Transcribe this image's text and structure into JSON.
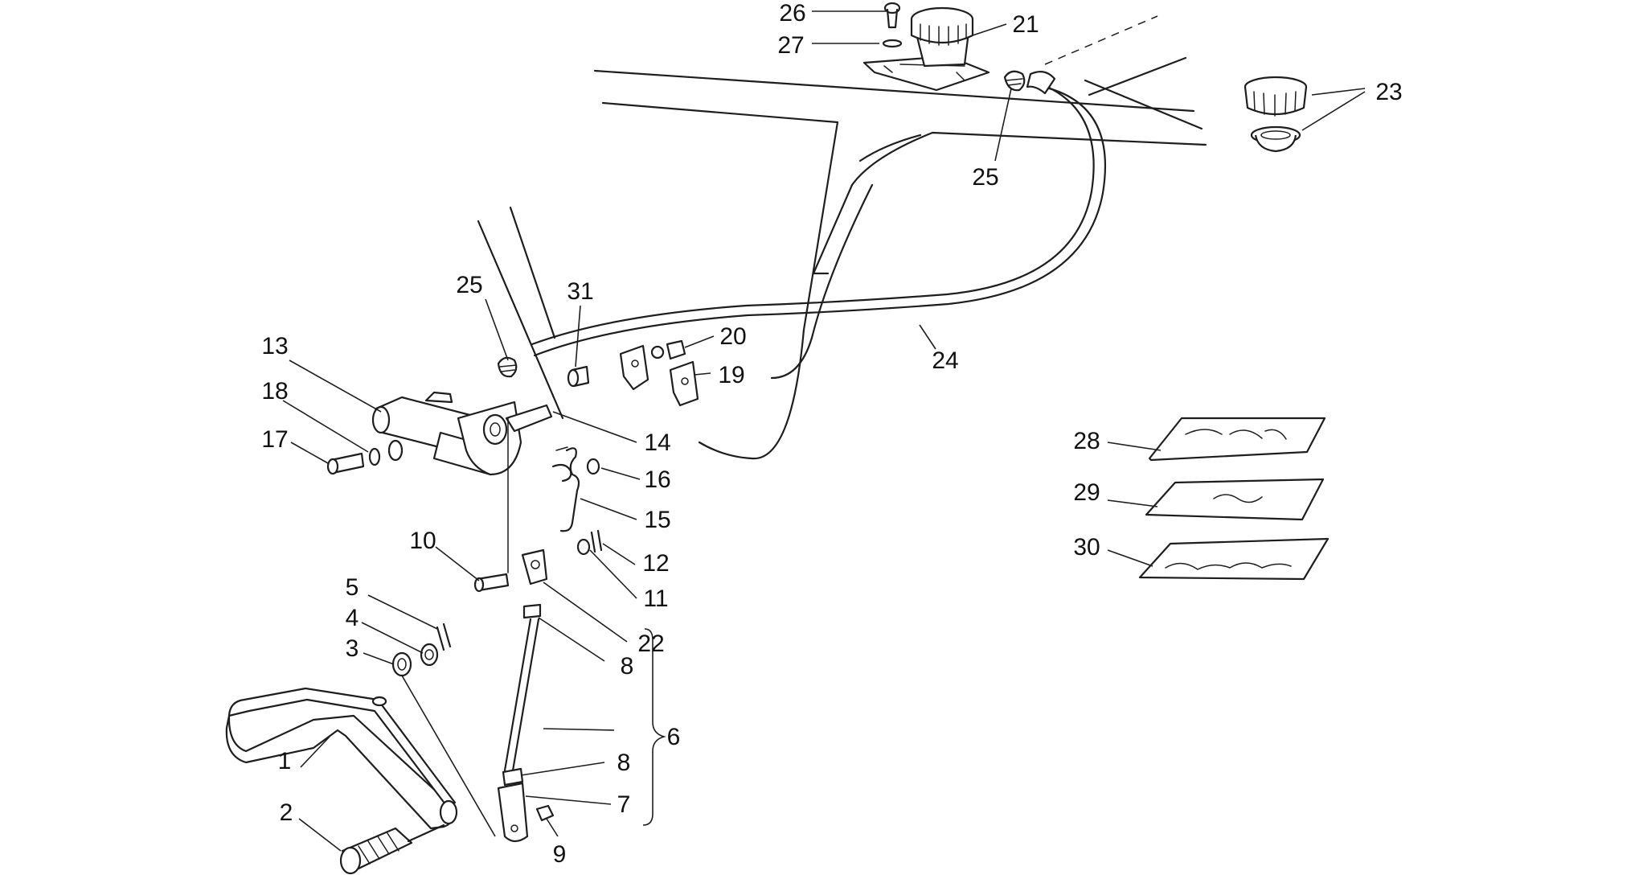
{
  "diagram": {
    "callouts": [
      {
        "id": "c1",
        "label": "1"
      },
      {
        "id": "c2",
        "label": "2"
      },
      {
        "id": "c3",
        "label": "3"
      },
      {
        "id": "c4",
        "label": "4"
      },
      {
        "id": "c5",
        "label": "5"
      },
      {
        "id": "c6",
        "label": "6"
      },
      {
        "id": "c7",
        "label": "7"
      },
      {
        "id": "c8a",
        "label": "8"
      },
      {
        "id": "c8b",
        "label": "8"
      },
      {
        "id": "c9",
        "label": "9"
      },
      {
        "id": "c10",
        "label": "10"
      },
      {
        "id": "c11",
        "label": "11"
      },
      {
        "id": "c12",
        "label": "12"
      },
      {
        "id": "c13",
        "label": "13"
      },
      {
        "id": "c14",
        "label": "14"
      },
      {
        "id": "c15",
        "label": "15"
      },
      {
        "id": "c16",
        "label": "16"
      },
      {
        "id": "c17",
        "label": "17"
      },
      {
        "id": "c18",
        "label": "18"
      },
      {
        "id": "c19",
        "label": "19"
      },
      {
        "id": "c20",
        "label": "20"
      },
      {
        "id": "c21",
        "label": "21"
      },
      {
        "id": "c22",
        "label": "22"
      },
      {
        "id": "c23",
        "label": "23"
      },
      {
        "id": "c24",
        "label": "24"
      },
      {
        "id": "c25a",
        "label": "25"
      },
      {
        "id": "c25b",
        "label": "25"
      },
      {
        "id": "c26",
        "label": "26"
      },
      {
        "id": "c27",
        "label": "27"
      },
      {
        "id": "c28",
        "label": "28"
      },
      {
        "id": "c29",
        "label": "29"
      },
      {
        "id": "c30",
        "label": "30"
      },
      {
        "id": "c31",
        "label": "31"
      }
    ]
  }
}
